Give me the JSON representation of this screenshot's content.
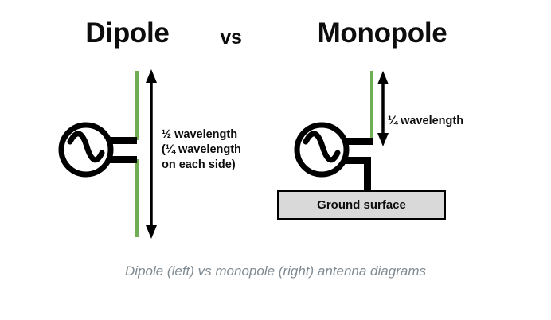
{
  "figure": {
    "titles": {
      "left": "Dipole",
      "middle": "vs",
      "right": "Monopole"
    },
    "caption": "Dipole (left) vs monopole (right) antenna diagrams",
    "colors": {
      "antenna_element": "#70ad54",
      "wire": "#000000",
      "ground_fill": "#d9d9d9",
      "caption_text": "#7f8a92",
      "background": "#ffffff"
    },
    "dipole": {
      "source_symbol": "∿",
      "measure_label": "½ wavelength\n(¼ wavelength\non each side)",
      "arrow": "double-headed-vertical-arrow"
    },
    "monopole": {
      "source_symbol": "∿",
      "measure_label": "¼ wavelength",
      "arrow": "double-headed-vertical-arrow",
      "ground_label": "Ground surface"
    }
  }
}
